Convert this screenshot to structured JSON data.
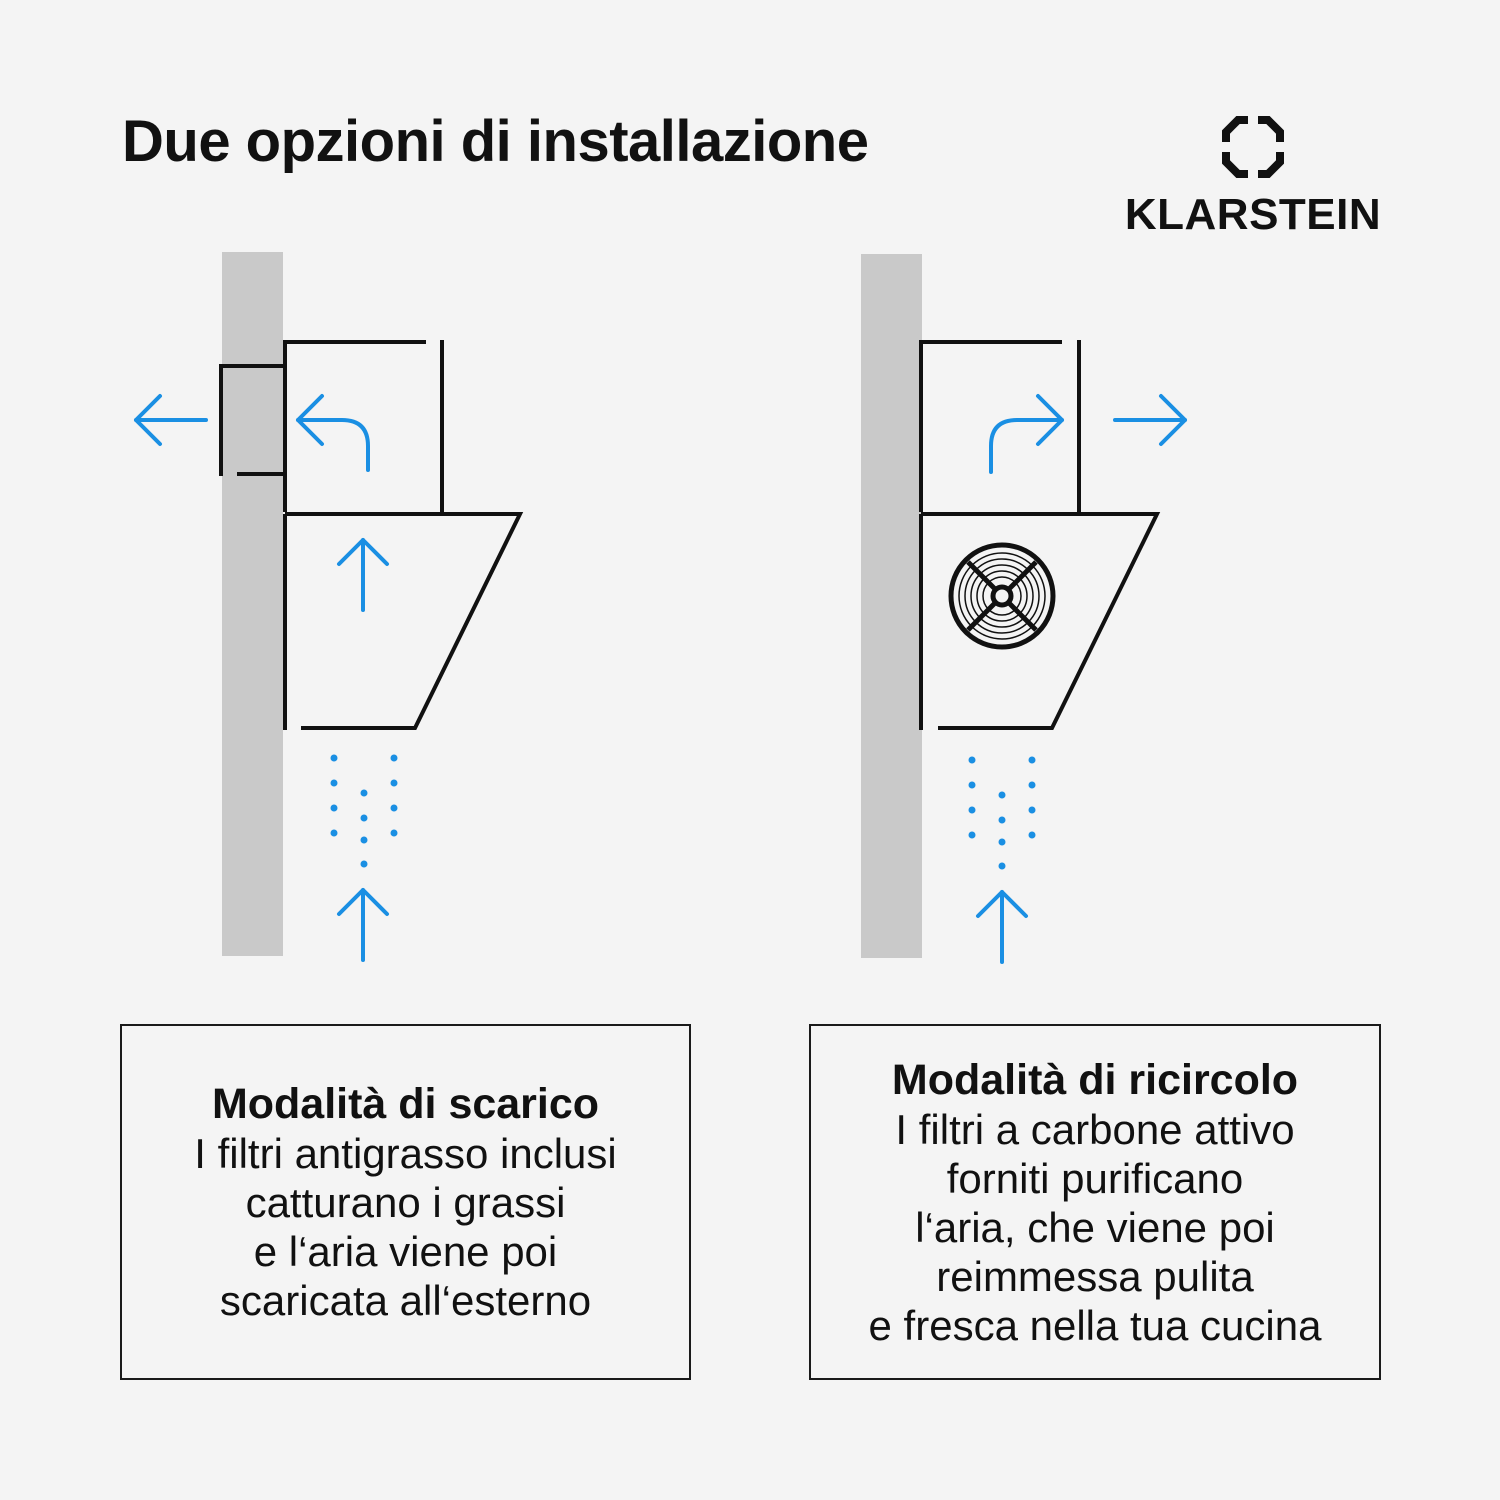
{
  "header": {
    "title": "Due opzioni di installazione",
    "brand": "KLARSTEIN",
    "logo_icon": "klarstein-logo-icon"
  },
  "colors": {
    "background": "#f4f4f4",
    "wall": "#c9c9c9",
    "line": "#111111",
    "airflow": "#1a8fe3"
  },
  "options": [
    {
      "title": "Modalità di scarico",
      "description": "I filtri antigrasso inclusi\ncatturano i grassi\ne l‘aria viene poi\nscaricata all‘esterno"
    },
    {
      "title": "Modalità di ricircolo",
      "description": "I filtri a carbone attivo\nforniti purificano\nl‘aria, che viene poi\nreimmessa pulita\ne fresca nella tua cucina"
    }
  ]
}
